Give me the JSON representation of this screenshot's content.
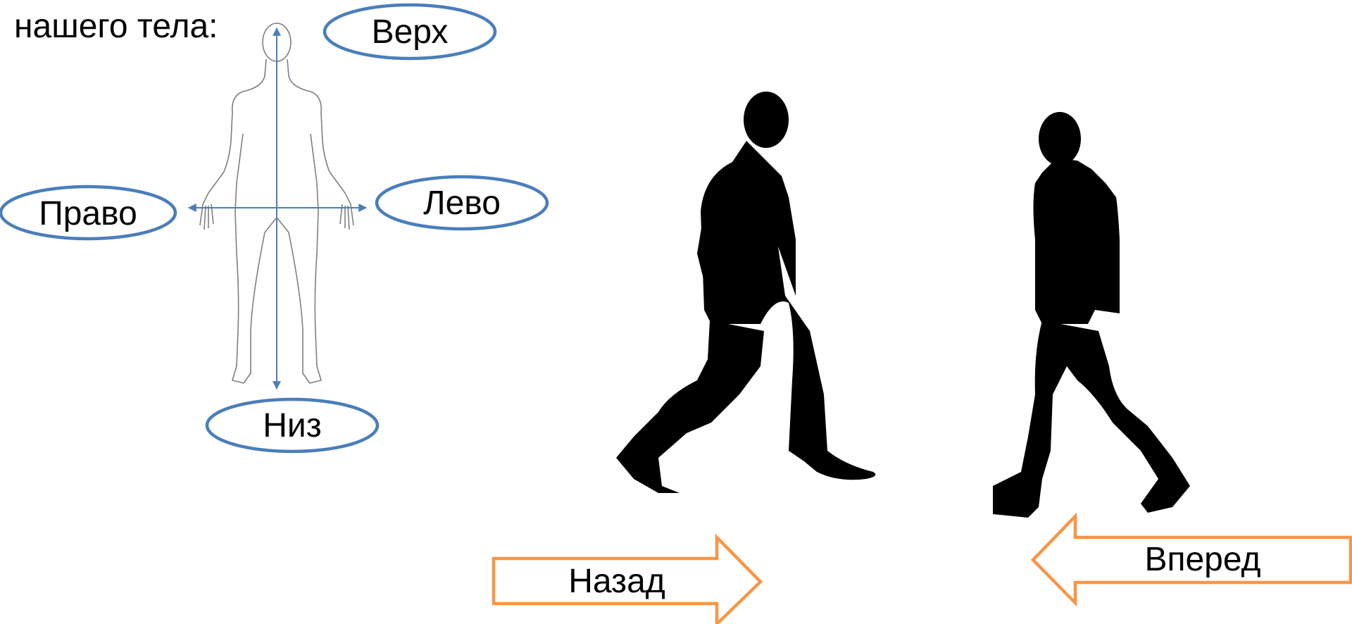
{
  "heading_text": "нашего тела:",
  "directions": {
    "up": "Верх",
    "down": "Низ",
    "right": "Право",
    "left": "Лево",
    "back": "Назад",
    "forward": "Вперед"
  },
  "colors": {
    "axis_and_ovals": "#4a7ebb",
    "arrows_outline": "#f79646",
    "silhouette": "#000000",
    "body_outline": "#7f7f7f"
  },
  "icons": [
    "human-body-outline",
    "walking-person-silhouette",
    "walking-person-silhouette",
    "right-block-arrow",
    "left-block-arrow"
  ]
}
